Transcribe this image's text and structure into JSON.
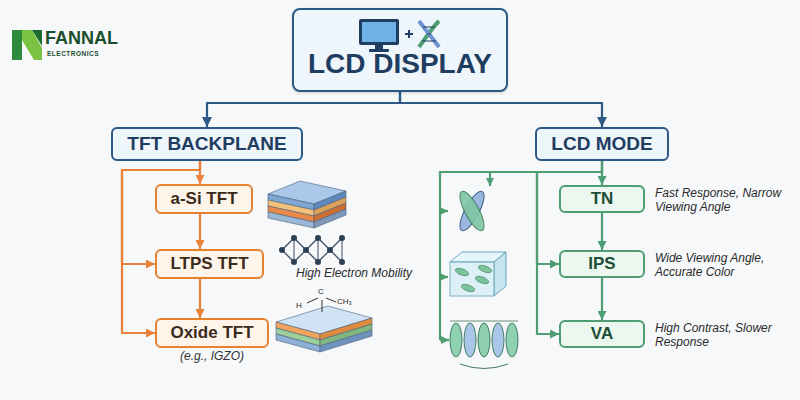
{
  "diagram": {
    "nodes": [
      {
        "text": [
          "LCD DISPLAY"
        ]
      },
      {
        "text": [
          "TFT BACKPLANE"
        ]
      },
      {
        "text": [
          "LCD MODE"
        ]
      },
      {
        "text": [
          "a-Si TFT"
        ]
      },
      {
        "text": [
          "LTPS TFT"
        ]
      },
      {
        "text": [
          "Oxide TFT",
          "(e.g., IGZO)"
        ]
      },
      {
        "text": [
          "TN"
        ]
      },
      {
        "text": [
          "IPS"
        ]
      },
      {
        "text": [
          "VA"
        ]
      }
    ],
    "edges": [
      {
        "from": 0,
        "to": 1,
        "arrow": "to"
      },
      {
        "from": 0,
        "to": 2,
        "arrow": "to"
      },
      {
        "from": 1,
        "to": 3,
        "arrow": "to"
      },
      {
        "from": 1,
        "to": 4,
        "arrow": "to"
      },
      {
        "from": 1,
        "to": 5,
        "arrow": "to"
      },
      {
        "from": 3,
        "to": 4,
        "arrow": "to"
      },
      {
        "from": 4,
        "to": 5,
        "arrow": "to"
      },
      {
        "from": 2,
        "to": 6,
        "arrow": "to"
      },
      {
        "from": 2,
        "to": 7,
        "arrow": "to"
      },
      {
        "from": 2,
        "to": 8,
        "arrow": "to"
      },
      {
        "from": 6,
        "to": 7,
        "arrow": "to"
      },
      {
        "from": 7,
        "to": 8,
        "arrow": "to"
      }
    ],
    "labels": [
      "FANNAL",
      "ELECTRONICS",
      "High Electron Mobility",
      "H",
      "C",
      "CH₃",
      "Fast Response, Narrow Viewing Angle",
      "Wide Viewing Angle, Accurate Color",
      "High Contrast, Slower Response"
    ]
  }
}
